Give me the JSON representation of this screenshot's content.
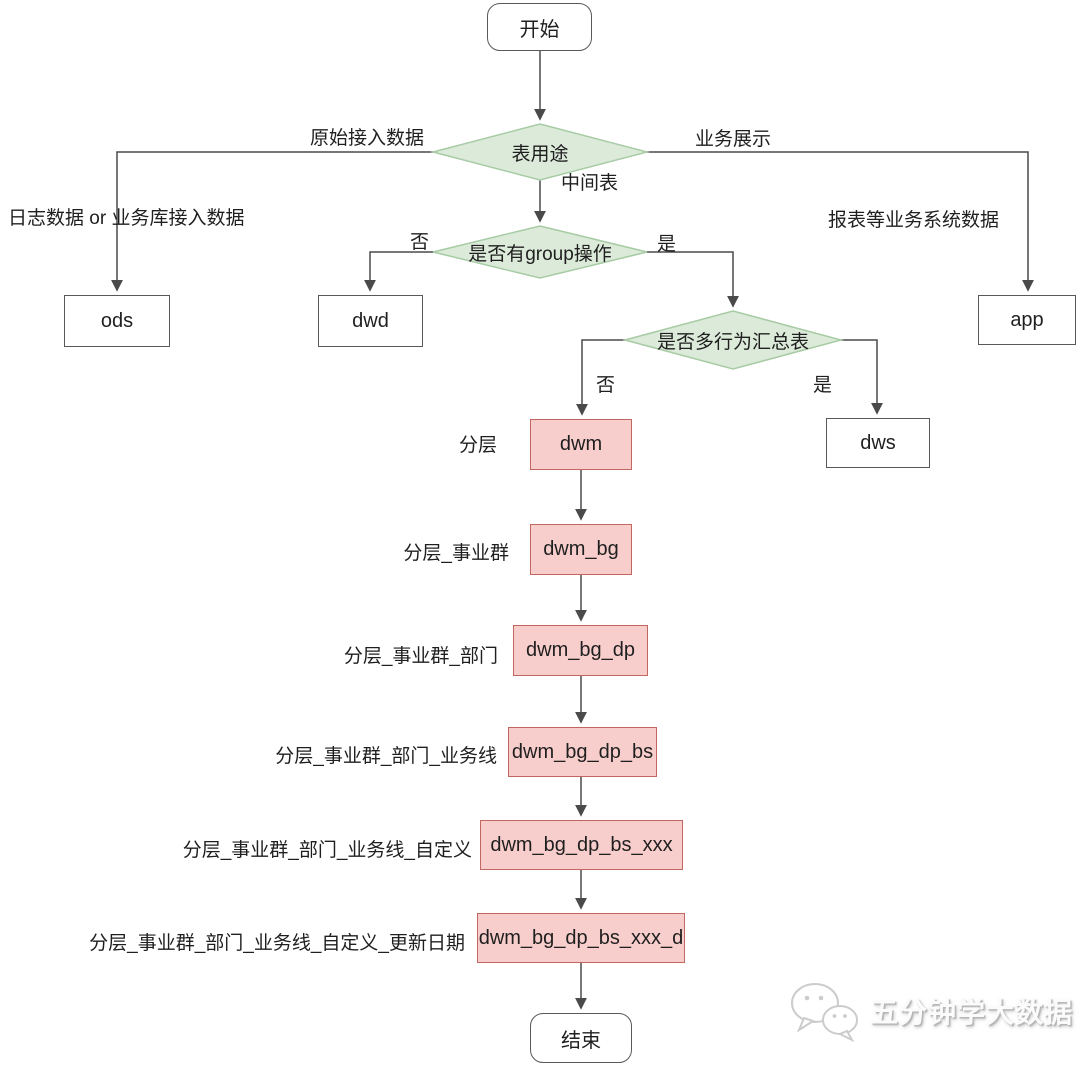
{
  "diagram": {
    "nodes": {
      "start": "开始",
      "decision_table_use": "表用途",
      "ods": "ods",
      "dwd": "dwd",
      "app": "app",
      "decision_group": "是否有group操作",
      "decision_multi_row": "是否多行为汇总表",
      "dwm": "dwm",
      "dws": "dws",
      "dwm_bg": "dwm_bg",
      "dwm_bg_dp": "dwm_bg_dp",
      "dwm_bg_dp_bs": "dwm_bg_dp_bs",
      "dwm_bg_dp_bs_xxx": "dwm_bg_dp_bs_xxx",
      "dwm_bg_dp_bs_xxx_d": "dwm_bg_dp_bs_xxx_d",
      "end": "结束"
    },
    "edge_labels": {
      "raw_ingest": "原始接入数据",
      "business_display": "业务展示",
      "middle_table": "中间表",
      "group_no": "否",
      "group_yes": "是",
      "multi_no": "否",
      "multi_yes": "是"
    },
    "annotations": {
      "log_or_business": "日志数据 or 业务库接入数据",
      "report_systems": "报表等业务系统数据",
      "layer": "分层",
      "layer_bg": "分层_事业群",
      "layer_bg_dp": "分层_事业群_部门",
      "layer_bg_dp_bs": "分层_事业群_部门_业务线",
      "layer_bg_dp_bs_xxx": "分层_事业群_部门_业务线_自定义",
      "layer_bg_dp_bs_xxx_d": "分层_事业群_部门_业务线_自定义_更新日期"
    },
    "watermark": {
      "icon": "wechat-icon",
      "text": "五分钟学大数据"
    },
    "colors": {
      "decision_fill": "#dcead9",
      "decision_border": "#a7cba4",
      "process_fill": "#f8cecc",
      "process_border": "#c26760",
      "terminal_border": "#595959",
      "connector": "#4a4a4a"
    }
  }
}
